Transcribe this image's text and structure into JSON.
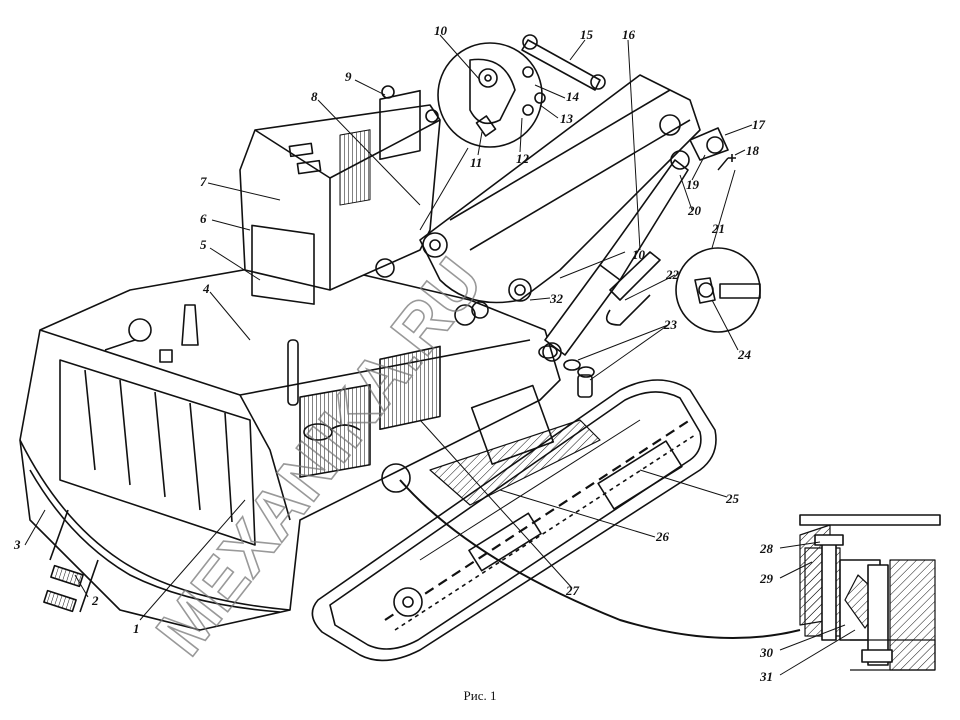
{
  "figure": {
    "caption": "Рис. 1",
    "watermark_text": "MEXANIKA.RU",
    "labels": [
      "1",
      "2",
      "3",
      "4",
      "5",
      "6",
      "7",
      "8",
      "9",
      "10",
      "10",
      "11",
      "12",
      "13",
      "14",
      "15",
      "16",
      "17",
      "18",
      "19",
      "20",
      "21",
      "22",
      "23",
      "24",
      "25",
      "26",
      "27",
      "28",
      "29",
      "30",
      "31",
      "32"
    ]
  },
  "colors": {
    "ink": "#111111",
    "watermark": "#777777",
    "paper": "#ffffff"
  }
}
